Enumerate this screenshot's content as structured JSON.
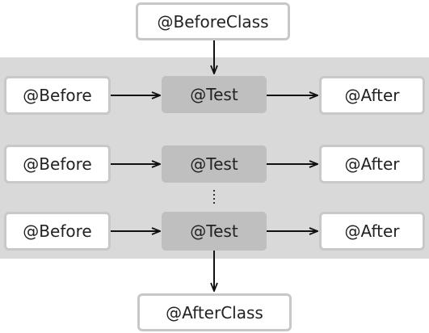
{
  "diagram": {
    "before_class": "@BeforeClass",
    "after_class": "@AfterClass",
    "rows": [
      {
        "before": "@Before",
        "test": "@Test",
        "after": "@After"
      },
      {
        "before": "@Before",
        "test": "@Test",
        "after": "@After"
      },
      {
        "before": "@Before",
        "test": "@Test",
        "after": "@After"
      }
    ]
  },
  "colors": {
    "band": "#d9d9d9",
    "test_box": "#bfbfbf",
    "box_border": "#c8c8c8",
    "arrow": "#111111"
  }
}
